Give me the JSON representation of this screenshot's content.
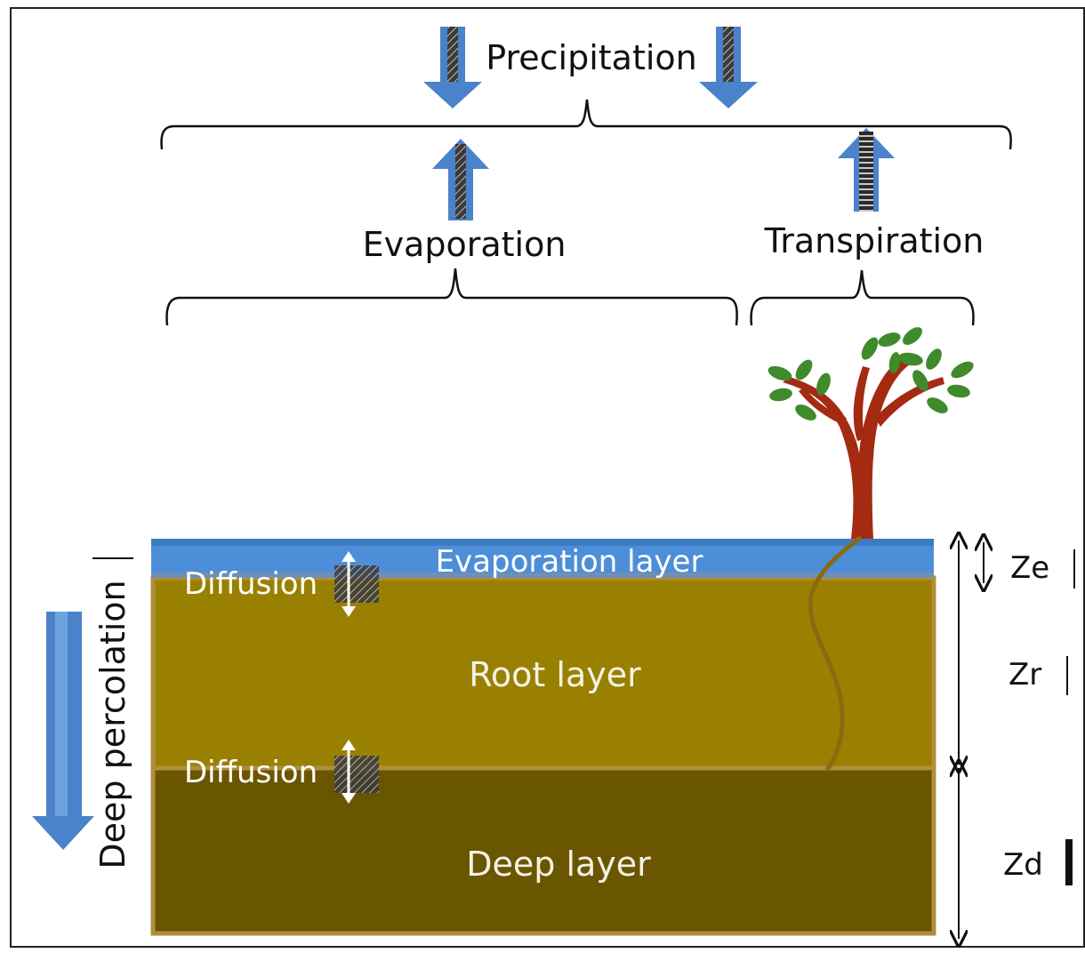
{
  "labels": {
    "precipitation": "Precipitation",
    "evaporation": "Evaporation",
    "transpiration": "Transpiration",
    "deep_percolation": "Deep percolation"
  },
  "layers": {
    "evaporation": "Evaporation layer",
    "root": "Root layer",
    "deep": "Deep layer",
    "diffusion_upper": "Diffusion",
    "diffusion_lower": "Diffusion"
  },
  "depths": {
    "ze": "Ze",
    "zr": "Zr",
    "zd": "Zd"
  },
  "colors": {
    "water_blue": "#4d8ed8",
    "arrow_blue": "#4a83c9",
    "root_layer": "#9a8000",
    "deep_layer": "#6a5600",
    "layer_border": "#b08e3c",
    "trunk": "#a52a12",
    "leaf": "#3f8a2a",
    "root_line": "#8a6a10"
  }
}
